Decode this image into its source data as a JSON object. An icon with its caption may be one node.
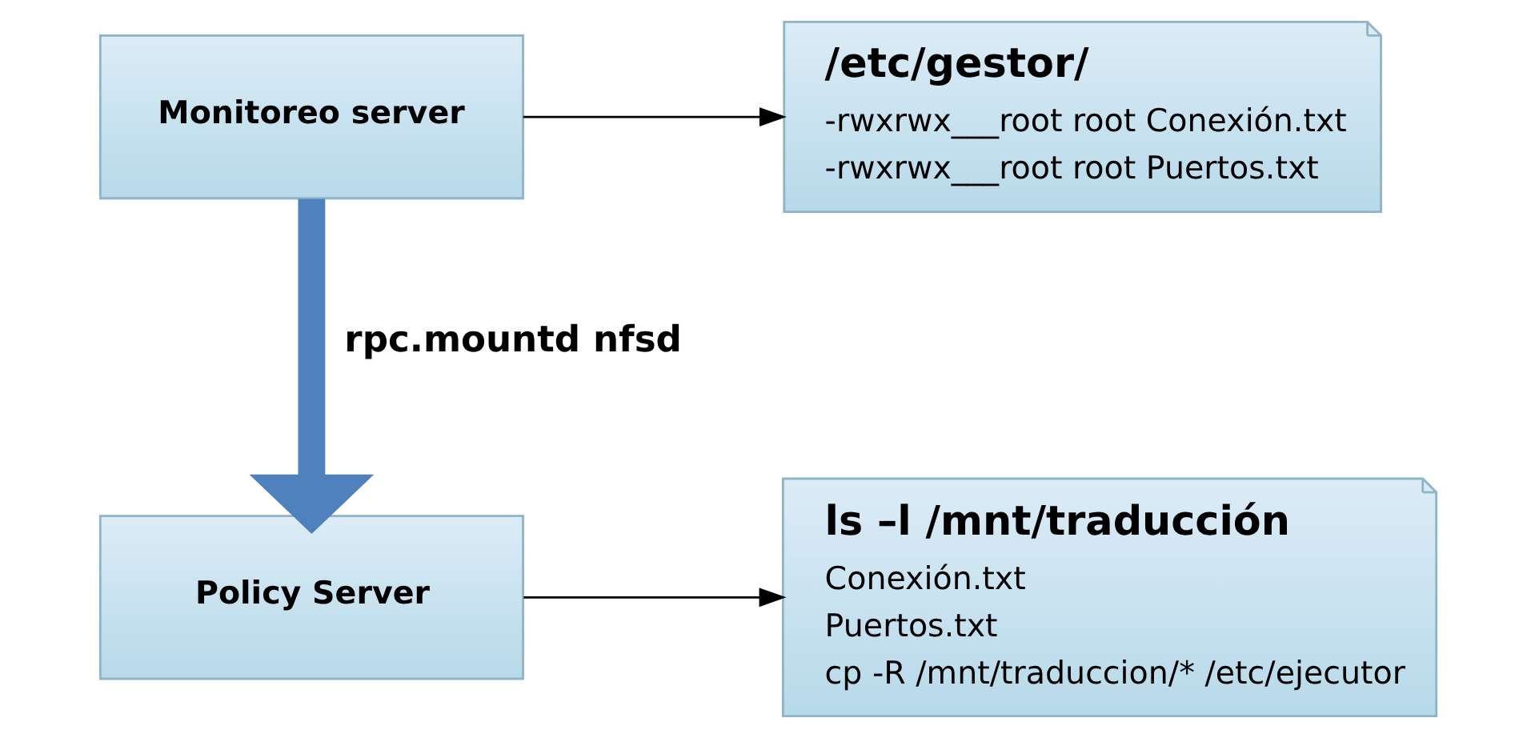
{
  "diagram": {
    "nodes": [
      {
        "text": [
          "Monitoreo server"
        ]
      },
      {
        "text": [
          "/etc/gestor/",
          "-rwxrwx___root root Conexión.txt",
          "-rwxrwx___root root Puertos.txt"
        ]
      },
      {
        "text": [
          "Policy Server"
        ]
      },
      {
        "text": [
          "ls –l /mnt/traducción",
          "Conexión.txt",
          "Puertos.txt",
          "cp -R /mnt/traduccion/* /etc/ejecutor"
        ]
      }
    ],
    "edges": [
      {
        "from": 0,
        "to": 1,
        "arrow": "to"
      },
      {
        "from": 0,
        "to": 2,
        "arrow": "to",
        "label": "rpc.mountd nfsd",
        "style": "thick",
        "color": "#4f81bd"
      },
      {
        "from": 2,
        "to": 3,
        "arrow": "to"
      }
    ]
  }
}
